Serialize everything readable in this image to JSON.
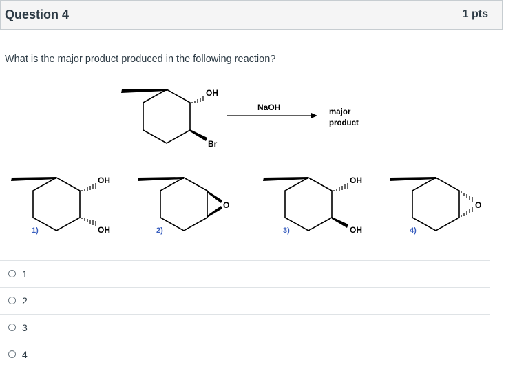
{
  "question": {
    "title": "Question 4",
    "points": "1 pts",
    "text": "What is the major product produced in the following reaction?"
  },
  "reaction": {
    "reactant_labels": {
      "oh": "OH",
      "br": "Br"
    },
    "reagent": "NaOH",
    "product_line1": "major",
    "product_line2": "product"
  },
  "choices": [
    {
      "number": "1)",
      "groups": [
        "OH",
        "OH"
      ]
    },
    {
      "number": "2)",
      "groups": [
        "O"
      ]
    },
    {
      "number": "3)",
      "groups": [
        "OH",
        "OH"
      ]
    },
    {
      "number": "4)",
      "groups": [
        "O"
      ]
    }
  ],
  "answers": [
    {
      "label": "1"
    },
    {
      "label": "2"
    },
    {
      "label": "3"
    },
    {
      "label": "4"
    }
  ]
}
